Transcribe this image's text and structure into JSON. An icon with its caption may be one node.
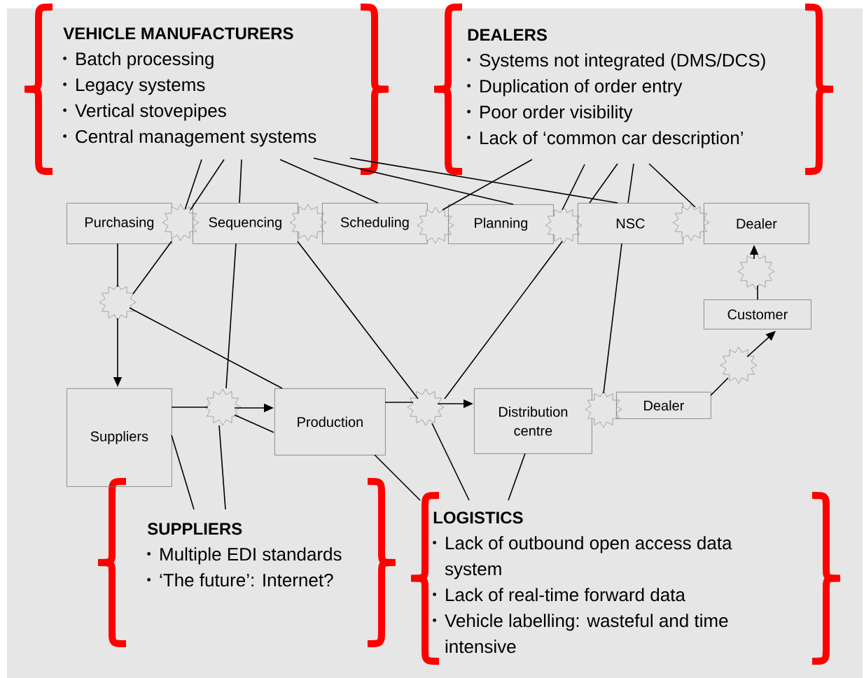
{
  "diagram": {
    "nodes": [
      {
        "text": [
          "VEHICLE MANUFACTURERS",
          "Batch processing",
          "Legacy systems",
          "Vertical stovepipes",
          "Central management systems"
        ]
      },
      {
        "text": [
          "DEALERS",
          "Systems not integrated (DMS/DCS)",
          "Duplication of order entry",
          "Poor order visibility",
          "Lack of ‘common car description’"
        ]
      },
      {
        "text": [
          "Purchasing"
        ]
      },
      {
        "text": [],
        "shape": "star"
      },
      {
        "text": [
          "Sequencing"
        ]
      },
      {
        "text": [],
        "shape": "star"
      },
      {
        "text": [
          "Scheduling"
        ]
      },
      {
        "text": [],
        "shape": "star"
      },
      {
        "text": [
          "Planning"
        ]
      },
      {
        "text": [],
        "shape": "star"
      },
      {
        "text": [
          "NSC"
        ]
      },
      {
        "text": [],
        "shape": "star"
      },
      {
        "text": [
          "Dealer"
        ]
      },
      {
        "text": [],
        "shape": "star"
      },
      {
        "text": [],
        "shape": "star"
      },
      {
        "text": [
          "Customer"
        ]
      },
      {
        "text": [],
        "shape": "star"
      },
      {
        "text": [
          "Suppliers"
        ]
      },
      {
        "text": [],
        "shape": "star"
      },
      {
        "text": [
          "Production"
        ]
      },
      {
        "text": [],
        "shape": "star"
      },
      {
        "text": [
          "Distribution centre"
        ]
      },
      {
        "text": [],
        "shape": "star"
      },
      {
        "text": [
          "Dealer"
        ]
      },
      {
        "text": [
          "SUPPLIERS",
          "Multiple EDI standards",
          "‘The future’: Internet?"
        ]
      },
      {
        "text": [
          "LOGISTICS",
          "Lack of outbound open access data system",
          "Lack of real-time forward data",
          "Vehicle labelling: wasteful and time intensive"
        ]
      }
    ],
    "edges": [
      {
        "from": 0,
        "to": 3,
        "arrow": "none"
      },
      {
        "from": 0,
        "to": 3,
        "arrow": "none"
      },
      {
        "from": 0,
        "to": 4,
        "arrow": "none"
      },
      {
        "from": 0,
        "to": 6,
        "arrow": "none"
      },
      {
        "from": 0,
        "to": 8,
        "arrow": "none"
      },
      {
        "from": 0,
        "to": 10,
        "arrow": "none"
      },
      {
        "from": 1,
        "to": 7,
        "arrow": "none"
      },
      {
        "from": 1,
        "to": 9,
        "arrow": "none"
      },
      {
        "from": 1,
        "to": 10,
        "arrow": "none"
      },
      {
        "from": 1,
        "to": 10,
        "arrow": "none"
      },
      {
        "from": 1,
        "to": 11,
        "arrow": "none"
      },
      {
        "from": 2,
        "to": 14,
        "arrow": "none"
      },
      {
        "from": 14,
        "to": 17,
        "arrow": "to"
      },
      {
        "from": 3,
        "to": 14,
        "arrow": "none"
      },
      {
        "from": 14,
        "to": 19,
        "arrow": "none"
      },
      {
        "from": 4,
        "to": 18,
        "arrow": "none"
      },
      {
        "from": 17,
        "to": 18,
        "arrow": "none"
      },
      {
        "from": 18,
        "to": 19,
        "arrow": "to"
      },
      {
        "from": 18,
        "to": 19,
        "arrow": "none"
      },
      {
        "from": 5,
        "to": 20,
        "arrow": "none"
      },
      {
        "from": 9,
        "to": 20,
        "arrow": "none"
      },
      {
        "from": 19,
        "to": 20,
        "arrow": "none"
      },
      {
        "from": 20,
        "to": 21,
        "arrow": "to"
      },
      {
        "from": 10,
        "to": 22,
        "arrow": "none"
      },
      {
        "from": 23,
        "to": 16,
        "arrow": "none"
      },
      {
        "from": 16,
        "to": 15,
        "arrow": "to"
      },
      {
        "from": 15,
        "to": 13,
        "arrow": "none"
      },
      {
        "from": 13,
        "to": 12,
        "arrow": "to"
      },
      {
        "from": 17,
        "to": 24,
        "arrow": "none"
      },
      {
        "from": 18,
        "to": 24,
        "arrow": "none"
      },
      {
        "from": 19,
        "to": 25,
        "arrow": "none"
      },
      {
        "from": 20,
        "to": 25,
        "arrow": "none"
      },
      {
        "from": 21,
        "to": 25,
        "arrow": "none"
      }
    ]
  }
}
